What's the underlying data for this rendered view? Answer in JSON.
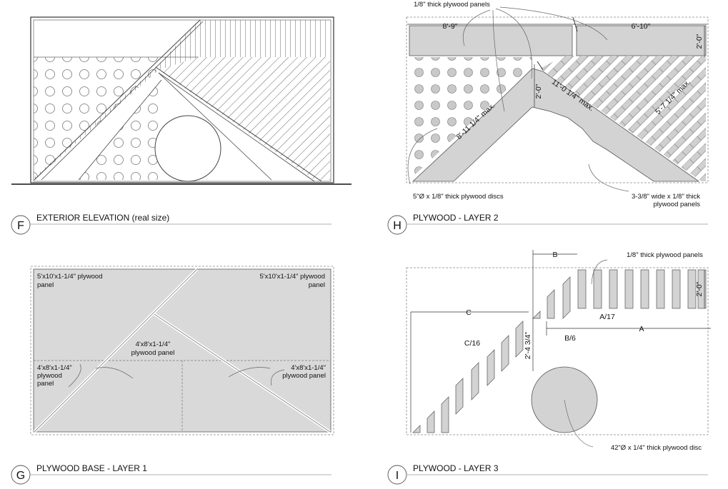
{
  "panels": {
    "f": {
      "tag": "F",
      "title": "EXTERIOR ELEVATION (real size)"
    },
    "g": {
      "tag": "G",
      "title": "PLYWOOD BASE - LAYER 1",
      "labels": {
        "top_left_1": "5'x10'x1-1/4\" plywood",
        "top_left_2": "panel",
        "top_right_1": "5'x10'x1-1/4\" plywood",
        "top_right_2": "panel",
        "center_1": "4'x8'x1-1/4\"",
        "center_2": "plywood panel",
        "left_1": "4'x8'x1-1/4\"",
        "left_2": "plywood",
        "left_3": "panel",
        "right_1": "4'x8'x1-1/4\"",
        "right_2": "plywood panel"
      }
    },
    "h": {
      "tag": "H",
      "title": "PLYWOOD - LAYER 2",
      "labels": {
        "panels_top": "1/8\" thick plywood panels",
        "discs": "5\"Ø x 1/8\" thick plywood discs",
        "strips_1": "3-3/8\" wide x 1/8\" thick",
        "strips_2": "plywood panels"
      },
      "dims": {
        "top_left": "8'-9\"",
        "top_right": "6'-10\"",
        "right_height": "2'-0\"",
        "notch_height": "2'-0\"",
        "diag_left": "8'-11 1/4\" max.",
        "diag_mid": "11'-0 1/4\" max.",
        "diag_right": "5'-7 1/4\" max."
      }
    },
    "i": {
      "tag": "I",
      "title": "PLYWOOD - LAYER 3",
      "labels": {
        "panels_top": "1/8\" thick plywood panels",
        "disc": "42\"Ø x 1/4\" thick plywood disc"
      },
      "dims": {
        "b": "B",
        "c": "C",
        "a": "A",
        "a17": "A/17",
        "b6": "B/6",
        "c16": "C/16",
        "height_right": "2'-0\"",
        "height_mid": "2'-4 3/4\""
      }
    }
  }
}
